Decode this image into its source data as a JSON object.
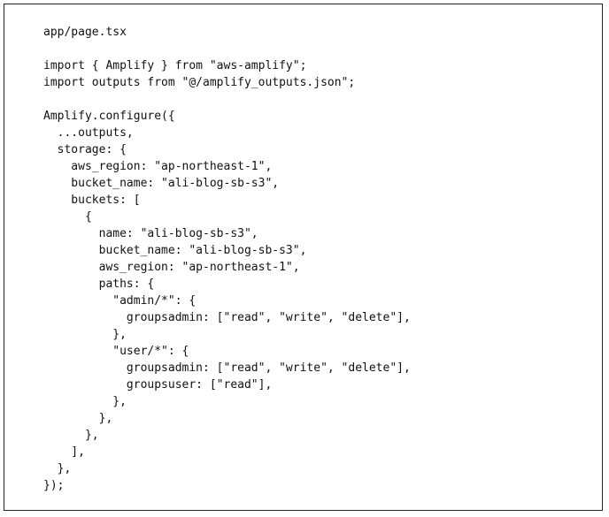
{
  "code_block": {
    "lines": [
      "app/page.tsx",
      "",
      "import { Amplify } from \"aws-amplify\";",
      "import outputs from \"@/amplify_outputs.json\";",
      "",
      "Amplify.configure({",
      "  ...outputs,",
      "  storage: {",
      "    aws_region: \"ap-northeast-1\",",
      "    bucket_name: \"ali-blog-sb-s3\",",
      "    buckets: [",
      "      {",
      "        name: \"ali-blog-sb-s3\",",
      "        bucket_name: \"ali-blog-sb-s3\",",
      "        aws_region: \"ap-northeast-1\",",
      "        paths: {",
      "          \"admin/*\": {",
      "            groupsadmin: [\"read\", \"write\", \"delete\"],",
      "          },",
      "          \"user/*\": {",
      "            groupsadmin: [\"read\", \"write\", \"delete\"],",
      "            groupsuser: [\"read\"],",
      "          },",
      "        },",
      "      },",
      "    ],",
      "  },",
      "});"
    ]
  }
}
